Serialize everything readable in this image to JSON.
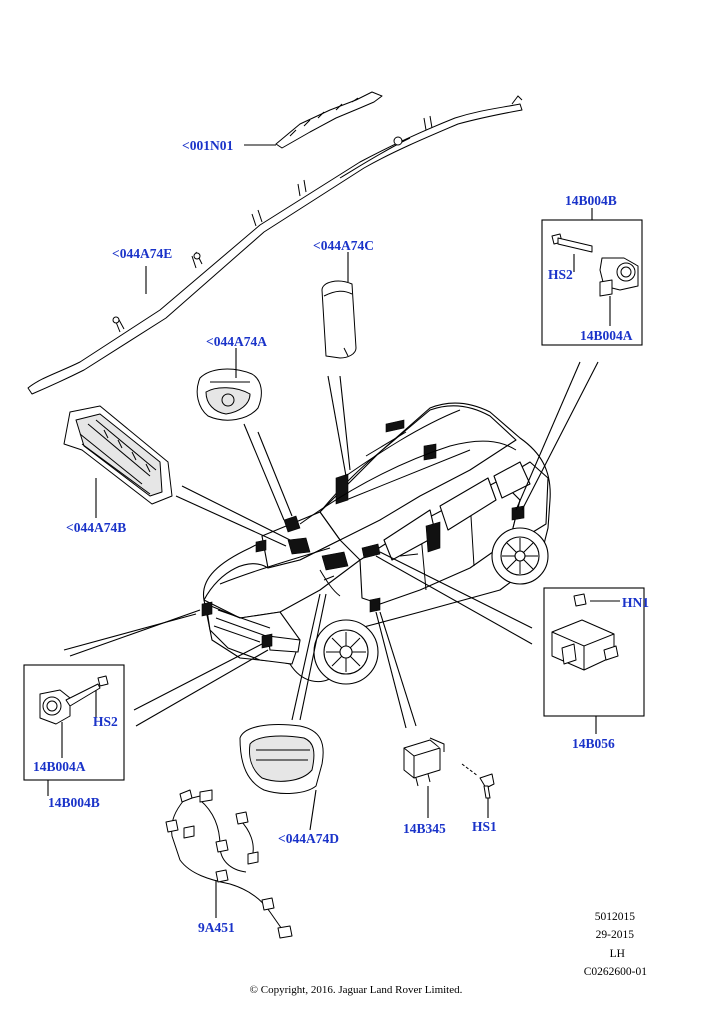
{
  "callouts": {
    "curtain_airbag_bracket": "<001N01",
    "curtain_airbag": "<044A74E",
    "seat_airbag": "<044A74C",
    "driver_airbag": "<044A74A",
    "passenger_airbag": "<044A74B",
    "knee_airbag": "<044A74D",
    "rear_impact_sensor_box": "14B004B",
    "rear_impact_sensor_screw": "HS2",
    "rear_impact_sensor": "14B004A",
    "front_impact_sensor_screw": "HS2",
    "front_impact_sensor": "14B004A",
    "front_impact_sensor_box": "14B004B",
    "restraints_module_nut": "HN1",
    "restraints_module": "14B056",
    "side_sensor": "14B345",
    "side_sensor_screw": "HS1",
    "wiring_harness": "9A451"
  },
  "drawing_info": {
    "code": "5012015",
    "date": "29-2015",
    "side": "LH",
    "ref": "C0262600-01"
  },
  "copyright": "© Copyright, 2016. Jaguar Land Rover Limited."
}
